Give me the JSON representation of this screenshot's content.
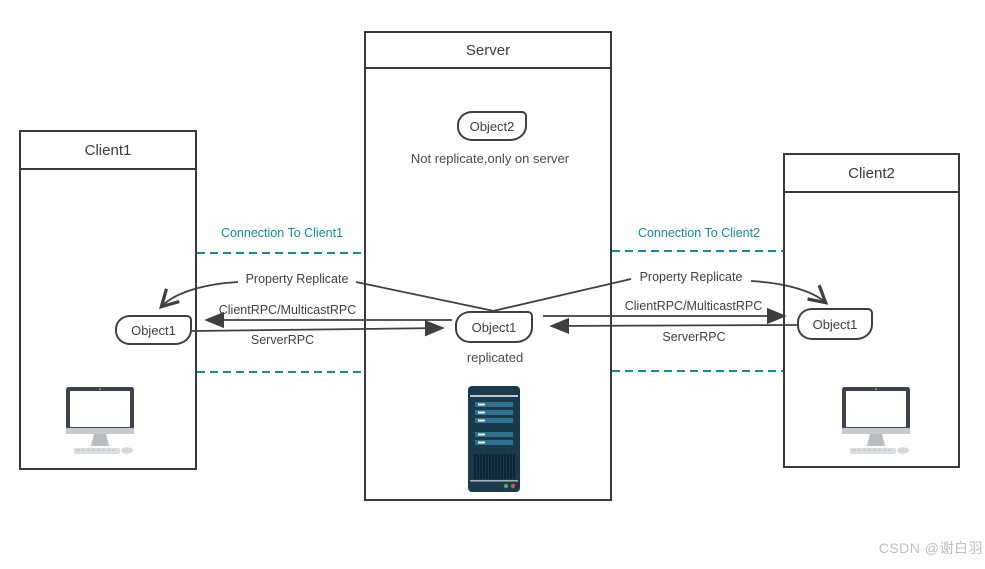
{
  "server": {
    "title": "Server",
    "object2_label": "Object2",
    "object2_caption": "Not replicate,only on server",
    "object1_label": "Object1",
    "object1_caption": "replicated"
  },
  "client1": {
    "title": "Client1",
    "object1_label": "Object1"
  },
  "client2": {
    "title": "Client2",
    "object1_label": "Object1"
  },
  "connection_left": {
    "label": "Connection To Client1",
    "property_replicate": "Property Replicate",
    "client_rpc": "ClientRPC/MulticastRPC",
    "server_rpc": "ServerRPC"
  },
  "connection_right": {
    "label": "Connection To Client2",
    "property_replicate": "Property Replicate",
    "client_rpc": "ClientRPC/MulticastRPC",
    "server_rpc": "ServerRPC"
  },
  "icons": {
    "client1_computer": "desktop-computer-icon",
    "client2_computer": "desktop-computer-icon",
    "server_tower": "server-tower-icon"
  },
  "colors": {
    "connection_teal": "#0e9090",
    "line_gray": "#3f3f3f",
    "box_border": "#3a3a3a",
    "tower_body": "#1a3a4c",
    "tower_bar": "#2e7190",
    "tower_vent": "#0d2532",
    "monitor_frame": "#3d4450",
    "green_led": "#3faf6e",
    "red_led": "#d94f5c",
    "watermark_gray": "#bfbfbf"
  },
  "watermark": "CSDN @谢白羽"
}
